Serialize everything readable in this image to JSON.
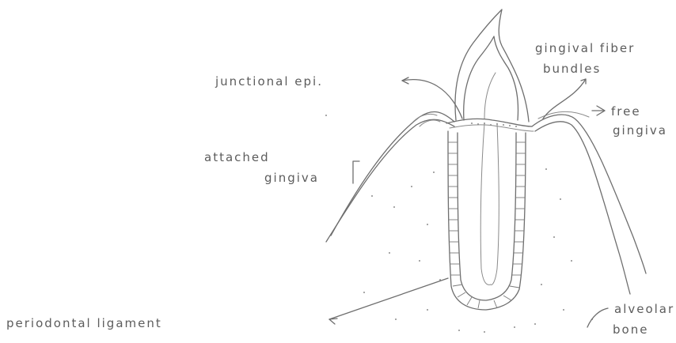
{
  "diagram": {
    "labels": {
      "junctional_epi": "junctional epi.",
      "gingival_fiber_line1": "gingival fiber",
      "gingival_fiber_line2": "bundles",
      "free_gingiva_line1": "free",
      "free_gingiva_line2": "gingiva",
      "attached_gingiva_line1": "attached",
      "attached_gingiva_line2": "gingiva",
      "periodontal_ligament": "periodontal ligament",
      "alveolar_bone_line1": "alveolar",
      "alveolar_bone_line2": "bone"
    }
  }
}
